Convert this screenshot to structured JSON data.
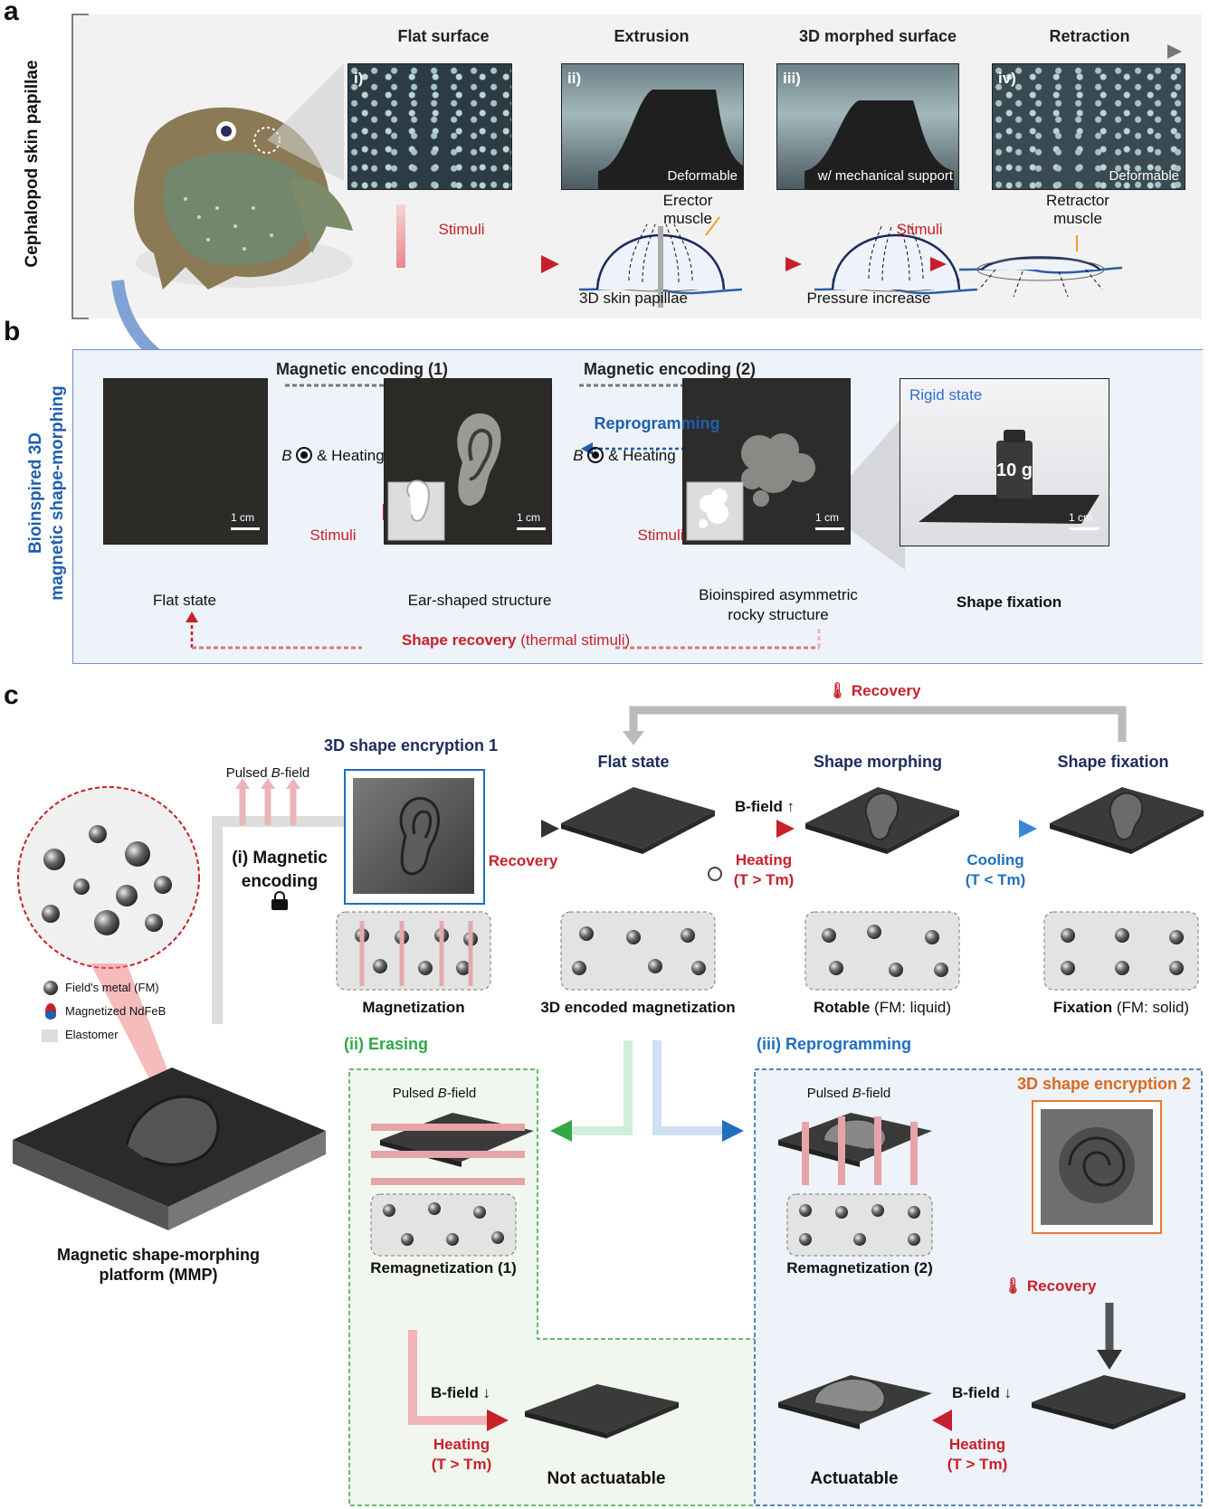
{
  "panel_a": {
    "letter": "a",
    "side_label": "Cephalopod skin papillae",
    "stages": [
      "Flat surface",
      "Extrusion",
      "3D morphed surface",
      "Retraction"
    ],
    "photo_numbers": [
      "i)",
      "ii)",
      "iii)",
      "iv)"
    ],
    "photo_captions": [
      "",
      "Deformable",
      "w/ mechanical support",
      "Deformable"
    ],
    "stimuli_1": "Stimuli",
    "stimuli_2": "Stimuli",
    "erector": "Erector\nmuscle",
    "retractor": "Retractor\nmuscle",
    "papillae_label": "3D skin papillae",
    "pressure_label": "Pressure increase"
  },
  "panel_b": {
    "letter": "b",
    "side_label_1": "Bioinspired 3D",
    "side_label_2": "magnetic shape-morphing",
    "encoding_1": "Magnetic encoding (1)",
    "encoding_2": "Magnetic encoding (2)",
    "reprogramming": "Reprogramming",
    "b_field": "B",
    "and_heating": "& Heating",
    "stimuli": "Stimuli",
    "scale_bar": "1 cm",
    "rigid_state": "Rigid state",
    "weight": "10 g",
    "captions": [
      "Flat state",
      "Ear-shaped structure",
      "Bioinspired asymmetric",
      "rocky structure",
      "Shape fixation"
    ],
    "shape_recovery": "Shape recovery",
    "thermal": "(thermal stimuli)"
  },
  "panel_c": {
    "letter": "c",
    "recovery_top": "Recovery",
    "encryption_1": "3D shape encryption 1",
    "pulsed": "Pulsed",
    "b_field_word": "B",
    "field_suffix": "-field",
    "magnetic_encoding_1": "(i) Magnetic",
    "magnetic_encoding_2": "encoding",
    "recovery": "Recovery",
    "flat_state": "Flat state",
    "shape_morphing": "Shape morphing",
    "shape_fixation": "Shape fixation",
    "b_field_up": "B-field ↑",
    "heating": "Heating",
    "t_gt": "(T > Tm)",
    "cooling": "Cooling",
    "t_lt": "(T < Tm)",
    "magnetization": "Magnetization",
    "encoded": "3D encoded magnetization",
    "rotable": "Rotable",
    "rotable_sub": "(FM: liquid)",
    "fixation": "Fixation",
    "fixation_sub": "(FM: solid)",
    "legend_fm": "Field's metal (FM)",
    "legend_ndfeb": "Magnetized NdFeB",
    "legend_elastomer": "Elastomer",
    "mmp_1": "Magnetic shape-morphing",
    "mmp_2": "platform (MMP)",
    "erasing": "(ii) Erasing",
    "remag_1": "Remagnetization (1)",
    "b_field_down": "B-field ↓",
    "not_actuatable": "Not actuatable",
    "reprogramming": "(iii) Reprogramming",
    "encryption_2": "3D shape encryption 2",
    "remag_2": "Remagnetization (2)",
    "actuatable": "Actuatable"
  },
  "colors": {
    "red": "#c8202a",
    "blue": "#1f5fae",
    "navy": "#1c2b5c",
    "green": "#33a845",
    "orange": "#d86a1c",
    "panel_b_bg": "#eef2f9"
  }
}
